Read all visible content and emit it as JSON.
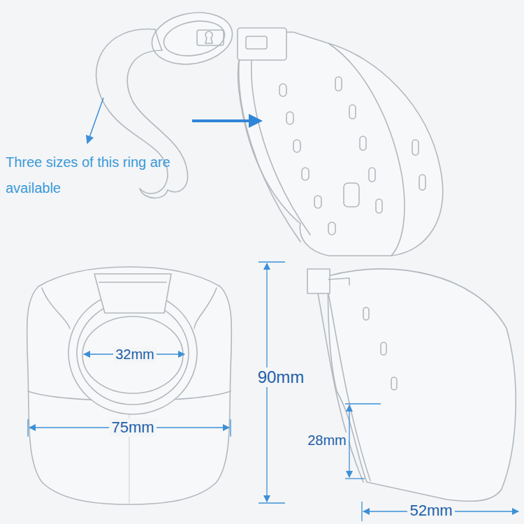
{
  "diagram": {
    "labels": [
      "Three sizes of this ring are available",
      "32mm",
      "90mm",
      "75mm",
      "28mm",
      "52mm"
    ]
  }
}
